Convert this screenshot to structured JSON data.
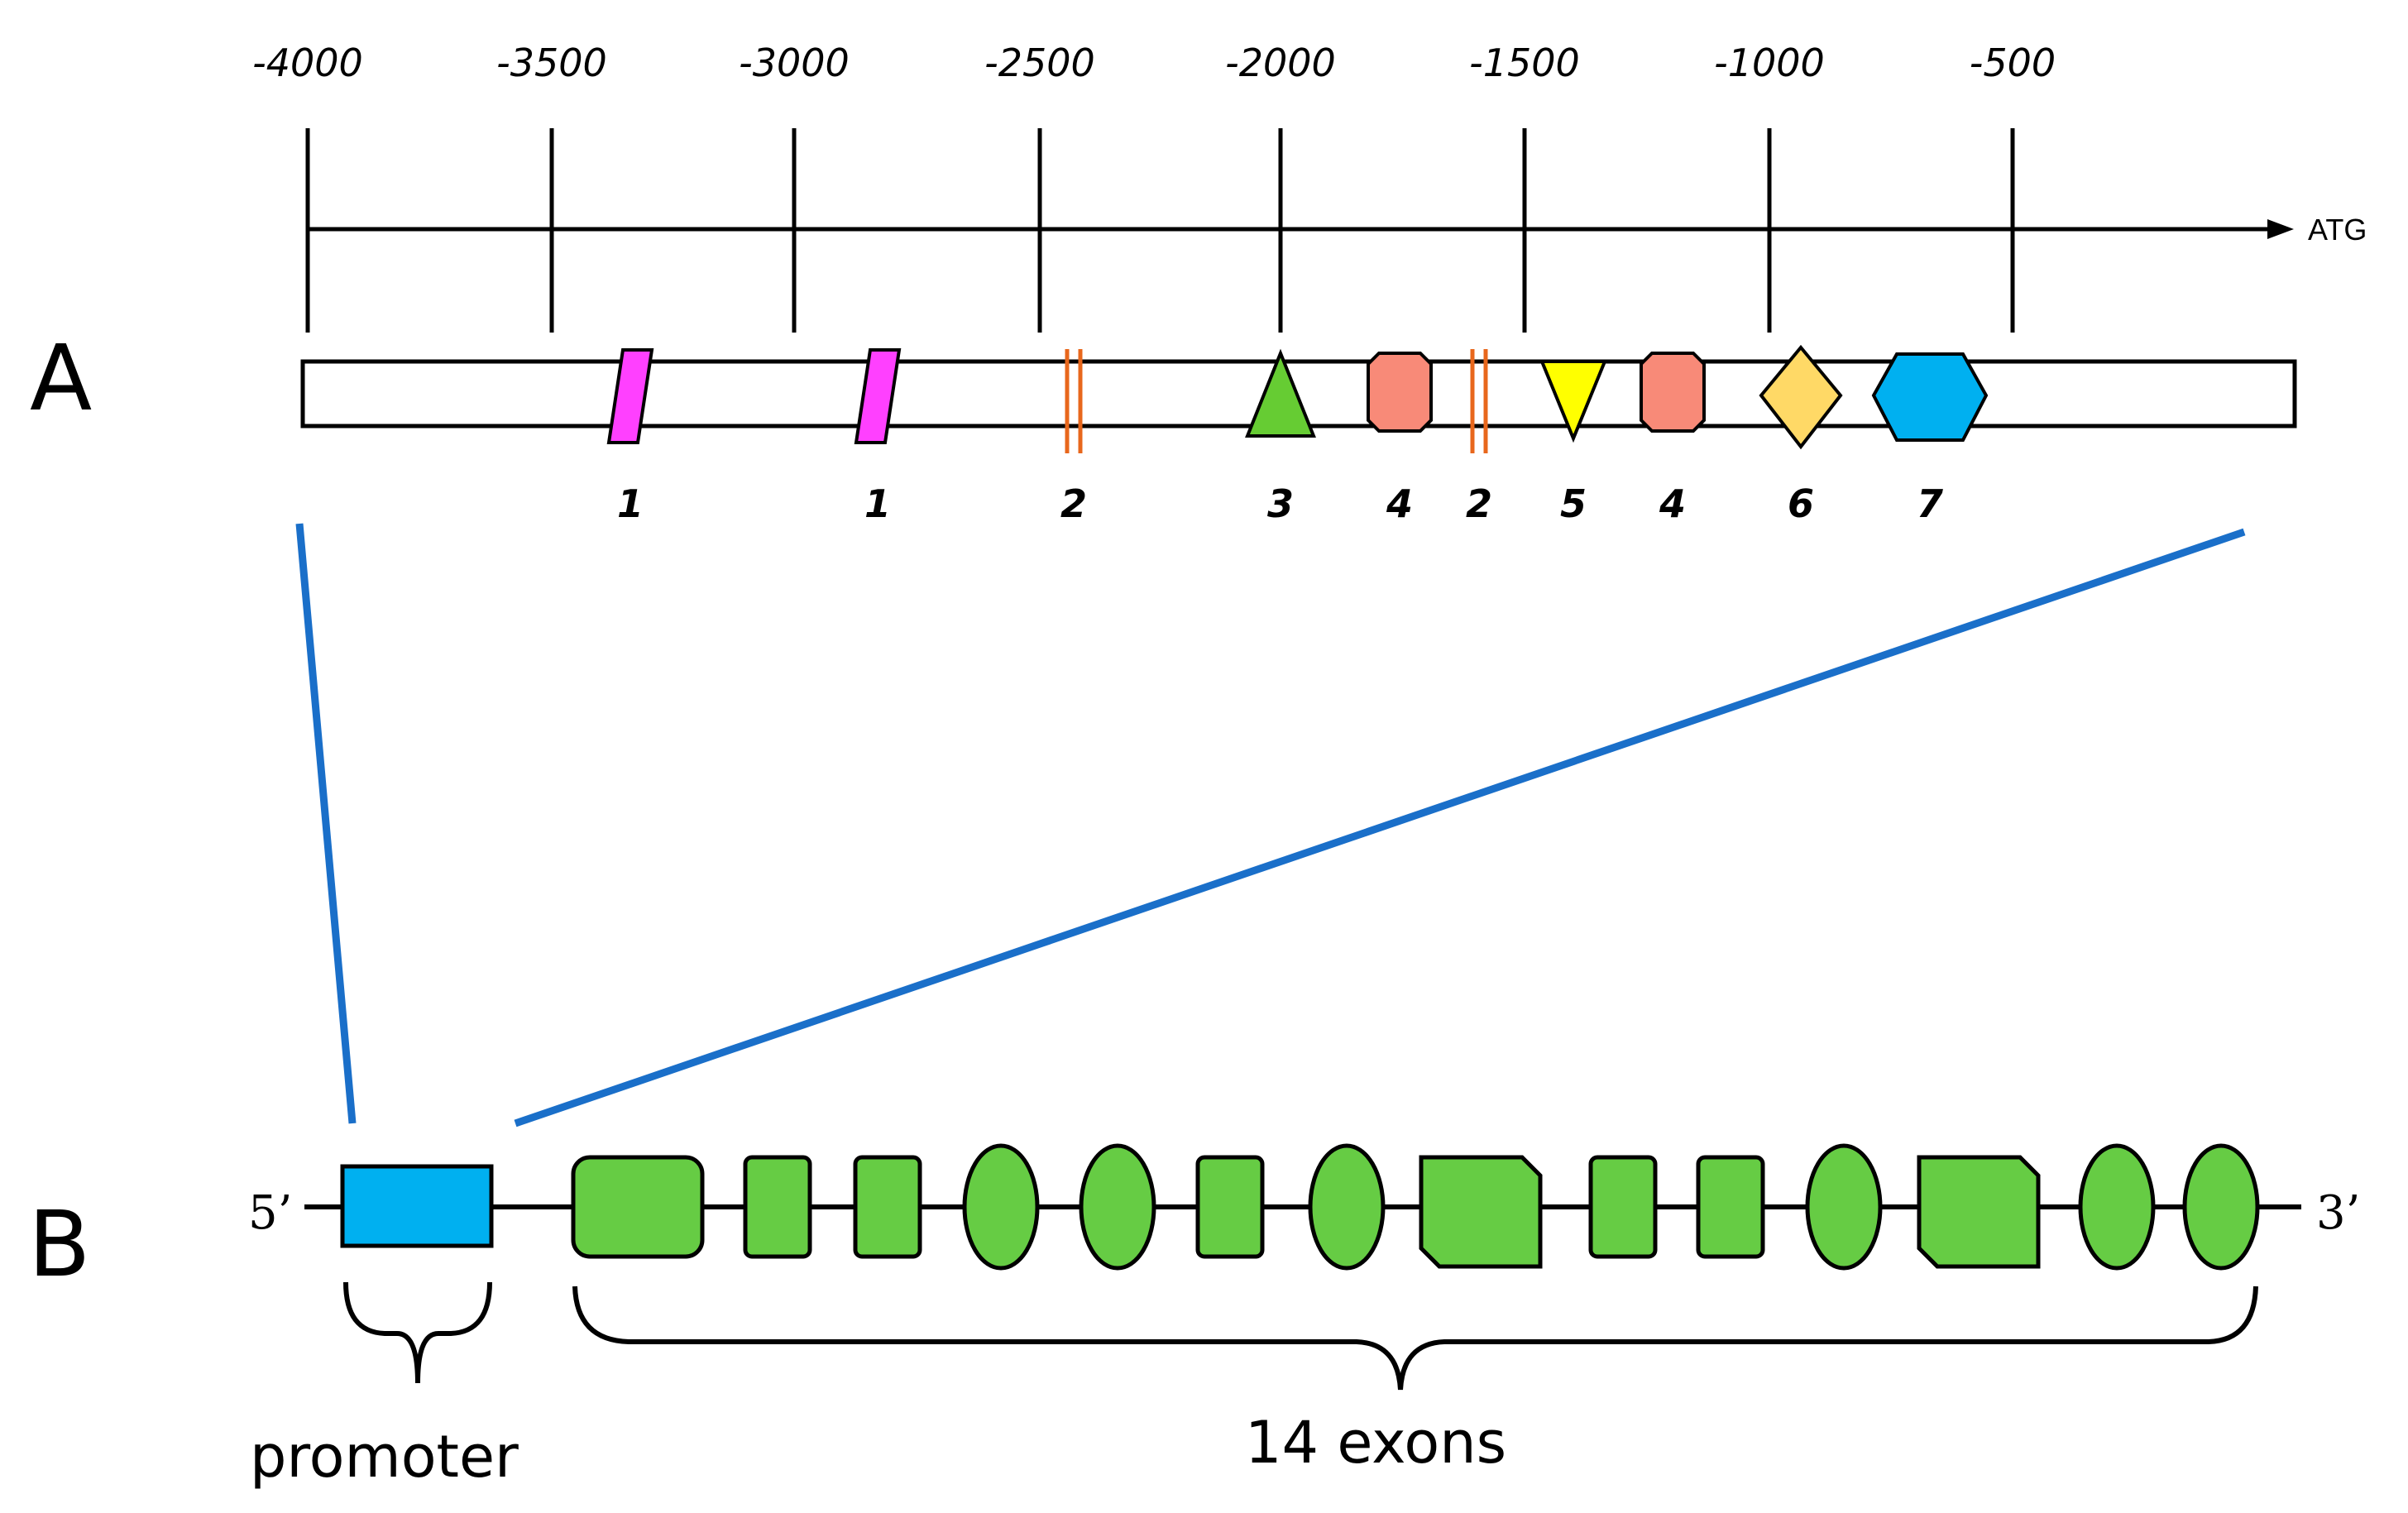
{
  "panel_a": {
    "letter": "A",
    "axis": {
      "ticks": [
        "-4000",
        "-3500",
        "-3000",
        "-2500",
        "-2000",
        "-1500",
        "-1000",
        "-500"
      ],
      "end_label": "ATG"
    },
    "sites": [
      {
        "label": "1",
        "shape": "parallelogram",
        "color": "#ff40ff"
      },
      {
        "label": "1",
        "shape": "parallelogram",
        "color": "#ff40ff"
      },
      {
        "label": "2",
        "shape": "double-bar",
        "color": "#e8671c"
      },
      {
        "label": "3",
        "shape": "triangle-up",
        "color": "#66cc33"
      },
      {
        "label": "4",
        "shape": "octagon",
        "color": "#f88a78"
      },
      {
        "label": "2",
        "shape": "double-bar",
        "color": "#e8671c"
      },
      {
        "label": "5",
        "shape": "triangle-down",
        "color": "#ffff00"
      },
      {
        "label": "4",
        "shape": "octagon",
        "color": "#f88a78"
      },
      {
        "label": "6",
        "shape": "diamond",
        "color": "#ffd966"
      },
      {
        "label": "7",
        "shape": "hexagon",
        "color": "#00b0f0"
      }
    ]
  },
  "panel_b": {
    "letter": "B",
    "five_prime": "5’",
    "three_prime": "3’",
    "promoter_label": "promoter",
    "exons_label": "14 exons",
    "colors": {
      "promoter": "#00b0f0",
      "exon": "#66cc44",
      "zoom_line": "#1a6fc9"
    },
    "exon_shapes": [
      "rounded",
      "rect",
      "rect",
      "ellipse",
      "ellipse",
      "rect",
      "ellipse",
      "cut-corner",
      "rect",
      "rect",
      "ellipse",
      "cut-corner",
      "ellipse",
      "ellipse"
    ]
  }
}
